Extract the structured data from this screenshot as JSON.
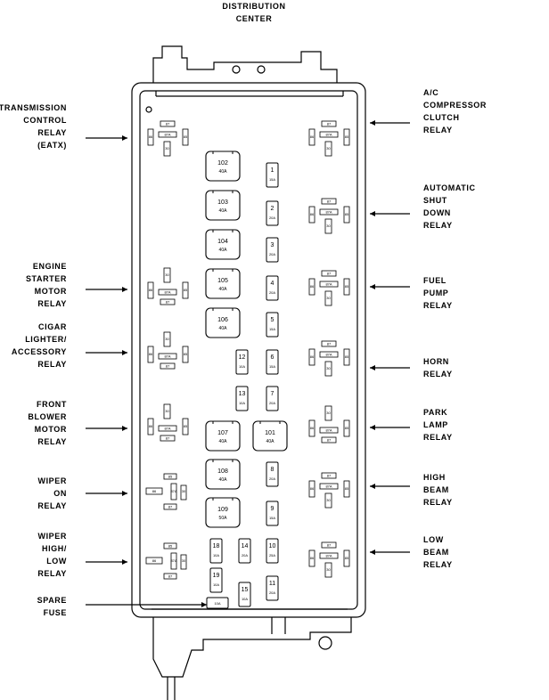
{
  "title": [
    "DISTRIBUTION",
    "CENTER"
  ],
  "left_labels": [
    {
      "id": "transmission-control-relay",
      "lines": [
        "TRANSMISSION",
        "CONTROL",
        "RELAY",
        "(EATX)"
      ]
    },
    {
      "id": "engine-starter-motor-relay",
      "lines": [
        "ENGINE",
        "STARTER",
        "MOTOR",
        "RELAY"
      ]
    },
    {
      "id": "cigar-lighter-accessory-relay",
      "lines": [
        "CIGAR",
        "LIGHTER/",
        "ACCESSORY",
        "RELAY"
      ]
    },
    {
      "id": "front-blower-motor-relay",
      "lines": [
        "FRONT",
        "BLOWER",
        "MOTOR",
        "RELAY"
      ]
    },
    {
      "id": "wiper-on-relay",
      "lines": [
        "WIPER",
        "ON",
        "RELAY"
      ]
    },
    {
      "id": "wiper-high-low-relay",
      "lines": [
        "WIPER",
        "HIGH/",
        "LOW",
        "RELAY"
      ]
    },
    {
      "id": "spare-fuse",
      "lines": [
        "SPARE",
        "FUSE"
      ]
    }
  ],
  "right_labels": [
    {
      "id": "ac-compressor-clutch-relay",
      "lines": [
        "A/C",
        "COMPRESSOR",
        "CLUTCH",
        "RELAY"
      ]
    },
    {
      "id": "automatic-shut-down-relay",
      "lines": [
        "AUTOMATIC",
        "SHUT",
        "DOWN",
        "RELAY"
      ]
    },
    {
      "id": "fuel-pump-relay",
      "lines": [
        "FUEL",
        "PUMP",
        "RELAY"
      ]
    },
    {
      "id": "horn-relay",
      "lines": [
        "HORN",
        "RELAY"
      ]
    },
    {
      "id": "park-lamp-relay",
      "lines": [
        "PARK",
        "LAMP",
        "RELAY"
      ]
    },
    {
      "id": "high-beam-relay",
      "lines": [
        "HIGH",
        "BEAM",
        "RELAY"
      ]
    },
    {
      "id": "low-beam-relay",
      "lines": [
        "LOW",
        "BEAM",
        "RELAY"
      ]
    }
  ],
  "maxi_fuses": [
    {
      "num": "102",
      "amp": "40A"
    },
    {
      "num": "103",
      "amp": "40A"
    },
    {
      "num": "104",
      "amp": "40A"
    },
    {
      "num": "105",
      "amp": "40A"
    },
    {
      "num": "106",
      "amp": "40A"
    },
    {
      "num": "107",
      "amp": "40A"
    },
    {
      "num": "101",
      "amp": "40A"
    },
    {
      "num": "108",
      "amp": "40A"
    },
    {
      "num": "109",
      "amp": "50A"
    }
  ],
  "mini_fuses": [
    {
      "num": "1",
      "amp": "15A"
    },
    {
      "num": "2",
      "amp": "20A"
    },
    {
      "num": "3",
      "amp": "20A"
    },
    {
      "num": "4",
      "amp": "20A"
    },
    {
      "num": "5",
      "amp": "15A"
    },
    {
      "num": "6",
      "amp": "15A"
    },
    {
      "num": "7",
      "amp": "20A"
    },
    {
      "num": "8",
      "amp": "20A"
    },
    {
      "num": "9",
      "amp": "15A"
    },
    {
      "num": "10",
      "amp": "25A"
    },
    {
      "num": "11",
      "amp": "20A"
    },
    {
      "num": "12",
      "amp": "10A"
    },
    {
      "num": "13",
      "amp": "10A"
    },
    {
      "num": "14",
      "amp": "20A"
    },
    {
      "num": "15",
      "amp": "10A"
    },
    {
      "num": "18",
      "amp": "10A"
    },
    {
      "num": "19",
      "amp": "10A"
    }
  ],
  "spare_fuse_amp": "10A",
  "relay_pins": [
    "87",
    "87A",
    "30",
    "86",
    "85"
  ]
}
